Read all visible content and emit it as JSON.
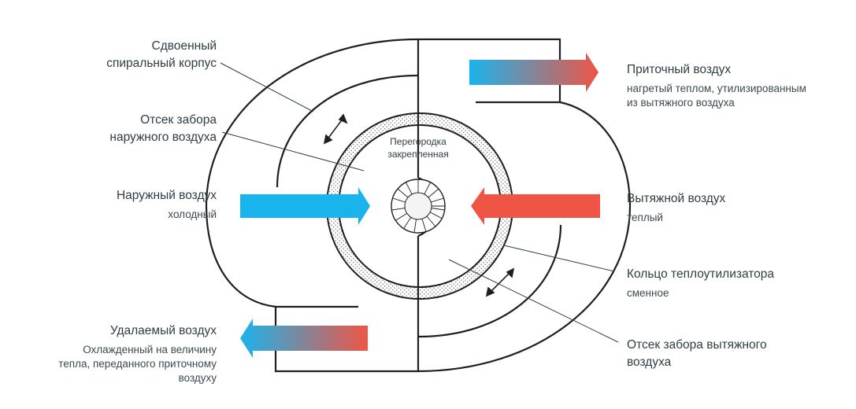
{
  "labels": {
    "housing": "Сдвоенный\nспиральный корпус",
    "outdoor_chamber": "Отсек забора\nнаружного воздуха",
    "outdoor_air_title": "Наружный воздух",
    "outdoor_air_sub": "холодный",
    "exhaust_removed_title": "Удалаемый воздух",
    "exhaust_removed_sub": "Охлажденный на величину\nтепла, переданного приточному\nвоздуху",
    "supply_air_title": "Приточный воздух",
    "supply_air_sub": "нагретый теплом, утилизированным\nиз вытяжного воздуха",
    "extract_air_title": "Вытяжной воздух",
    "extract_air_sub": "теплый",
    "ring_title": "Кольцо теплоутилизатора",
    "ring_sub": "сменное",
    "extract_chamber": "Отсек забора вытяжного\nвоздуха",
    "partition": "Перегородка\nзакрепленная"
  },
  "colors": {
    "cold": "#1ab4ec",
    "warm": "#ee5545",
    "stroke": "#1f1f1f",
    "leader": "#2f3e44"
  }
}
